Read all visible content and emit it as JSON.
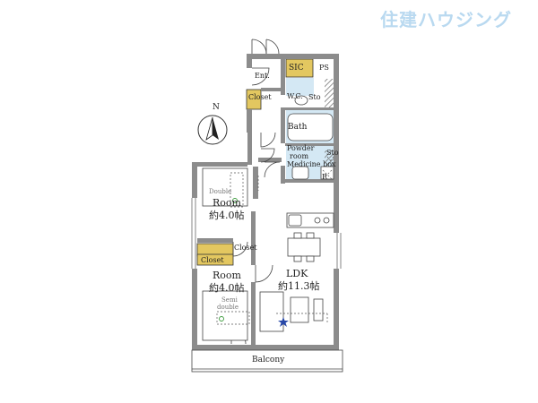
{
  "logo": {
    "text": "住建ハウジング"
  },
  "compass": {
    "north": "N"
  },
  "rooms": {
    "entrance": "Ent.",
    "sic": "SIC",
    "ps": "PS",
    "closet_entrance": "Closet",
    "wc": "W.C.",
    "storage": "Sto",
    "bath": "Bath",
    "powder": "Powder",
    "powder_room": "room",
    "medicine_box": "Medicine box",
    "storage2": "Sto",
    "refrigerator": "R",
    "room1_bed": "Double",
    "room1_name": "Room",
    "room1_size": "約4.0帖",
    "closet_room1": "Closet",
    "closet_room2": "Closet",
    "room2_name": "Room",
    "room2_size": "約4.0帖",
    "room2_bed1": "Semi",
    "room2_bed2": "double",
    "ldk_name": "LDK",
    "ldk_size": "約11.3帖",
    "balcony": "Balcony"
  },
  "colors": {
    "wall": "#8c8c8c",
    "closet": "#e3c760",
    "wet_area": "#d4e8f4",
    "hatch": "#777777",
    "logo": "#b9d9f0",
    "star": "#2848a8"
  }
}
